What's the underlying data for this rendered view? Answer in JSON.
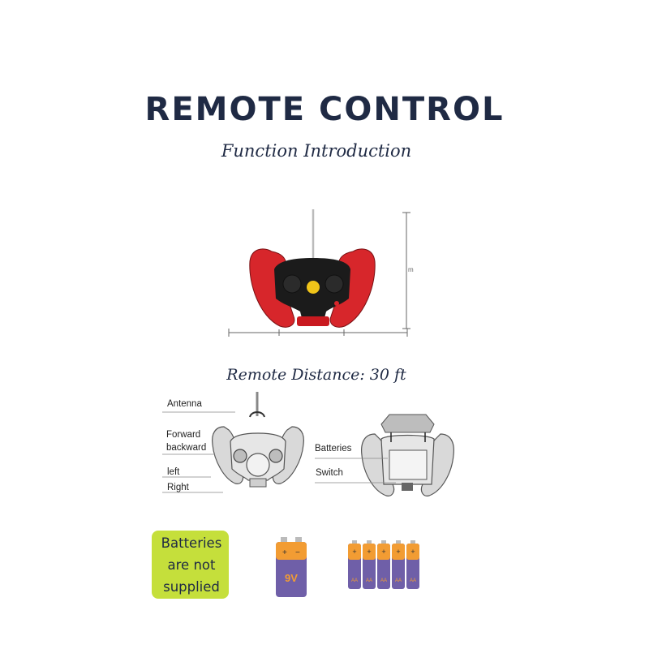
{
  "header": {
    "title": "REMOTE CONTROL",
    "subtitle": "Function Introduction"
  },
  "controller_photo": {
    "logo_text": "",
    "dimension_mark": "m"
  },
  "distance": {
    "text": "Remote Distance: 30 ft"
  },
  "diagram_front": {
    "labels": [
      "Antenna",
      "Forward",
      "backward",
      "left",
      "Right"
    ]
  },
  "diagram_back": {
    "labels": [
      "Batteries",
      "Switch"
    ]
  },
  "notice": {
    "text_lines": [
      "Batteries",
      "are not",
      "supplied"
    ]
  },
  "batteries": {
    "nine_volt_label": "9V",
    "aa_label": "AA",
    "aa_count": 5
  },
  "colors": {
    "navy": "#1f2a44",
    "red": "#d7262b",
    "notice_green": "#c5df3b",
    "battery_orange": "#f29c33",
    "battery_purple": "#6f5fa8"
  }
}
